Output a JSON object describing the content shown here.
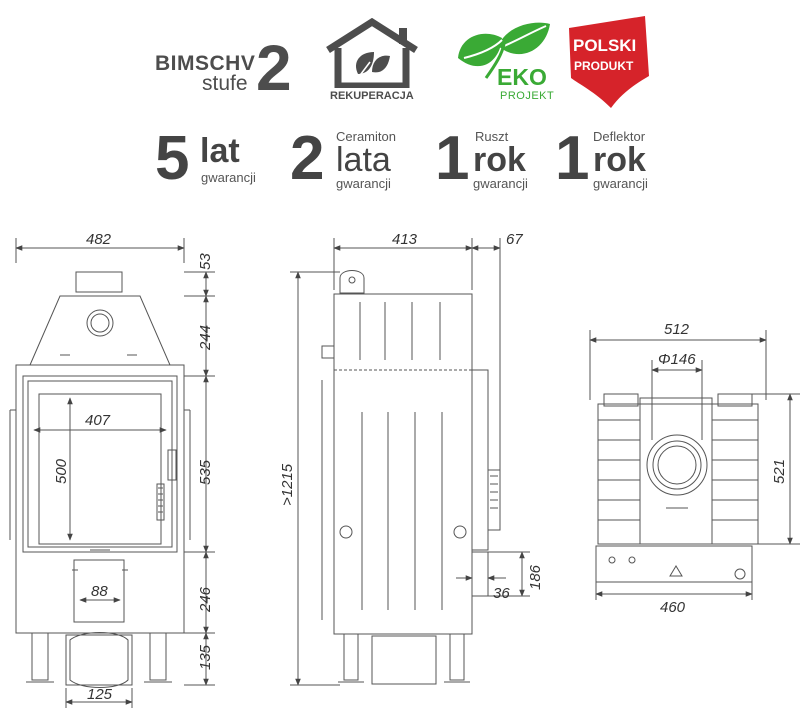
{
  "badges": {
    "bimschv": {
      "line1": "BIMSCHV",
      "line2": "stufe",
      "num": "2"
    },
    "rekuperacja": {
      "label": "REKUPERACJA"
    },
    "eko": {
      "line1": "EKO",
      "line2": "PROJEKT"
    },
    "polski": {
      "line1": "POLSKI",
      "line2": "PRODUKT"
    }
  },
  "warranties": [
    {
      "num": "5",
      "word": "lat",
      "top": "",
      "bottom": "gwarancji"
    },
    {
      "num": "2",
      "word": "lata",
      "top": "Ceramiton",
      "bottom": "gwarancji"
    },
    {
      "num": "1",
      "word": "rok",
      "top": "Ruszt",
      "bottom": "gwarancji"
    },
    {
      "num": "1",
      "word": "rok",
      "top": "Deflektor",
      "bottom": "gwarancji"
    }
  ],
  "dimensions": {
    "front_width": "482",
    "front_top": "53",
    "front_hood": "244",
    "front_door_h": "535",
    "front_lower": "246",
    "front_legs": "135",
    "glass_w": "407",
    "glass_h": "500",
    "inlet_w": "88",
    "bottom_w": "125",
    "side_depth": "413",
    "side_extra": "67",
    "side_height": ">1215",
    "side_duct_w": "36",
    "side_duct_h": "186",
    "top_width": "512",
    "top_flue": "Φ146",
    "top_depth": "521",
    "top_base": "460"
  },
  "colors": {
    "green": "#3aaa35",
    "green_light": "#8cc63f",
    "red": "#d6232a",
    "dark": "#4d4d4d",
    "line": "#555555"
  }
}
